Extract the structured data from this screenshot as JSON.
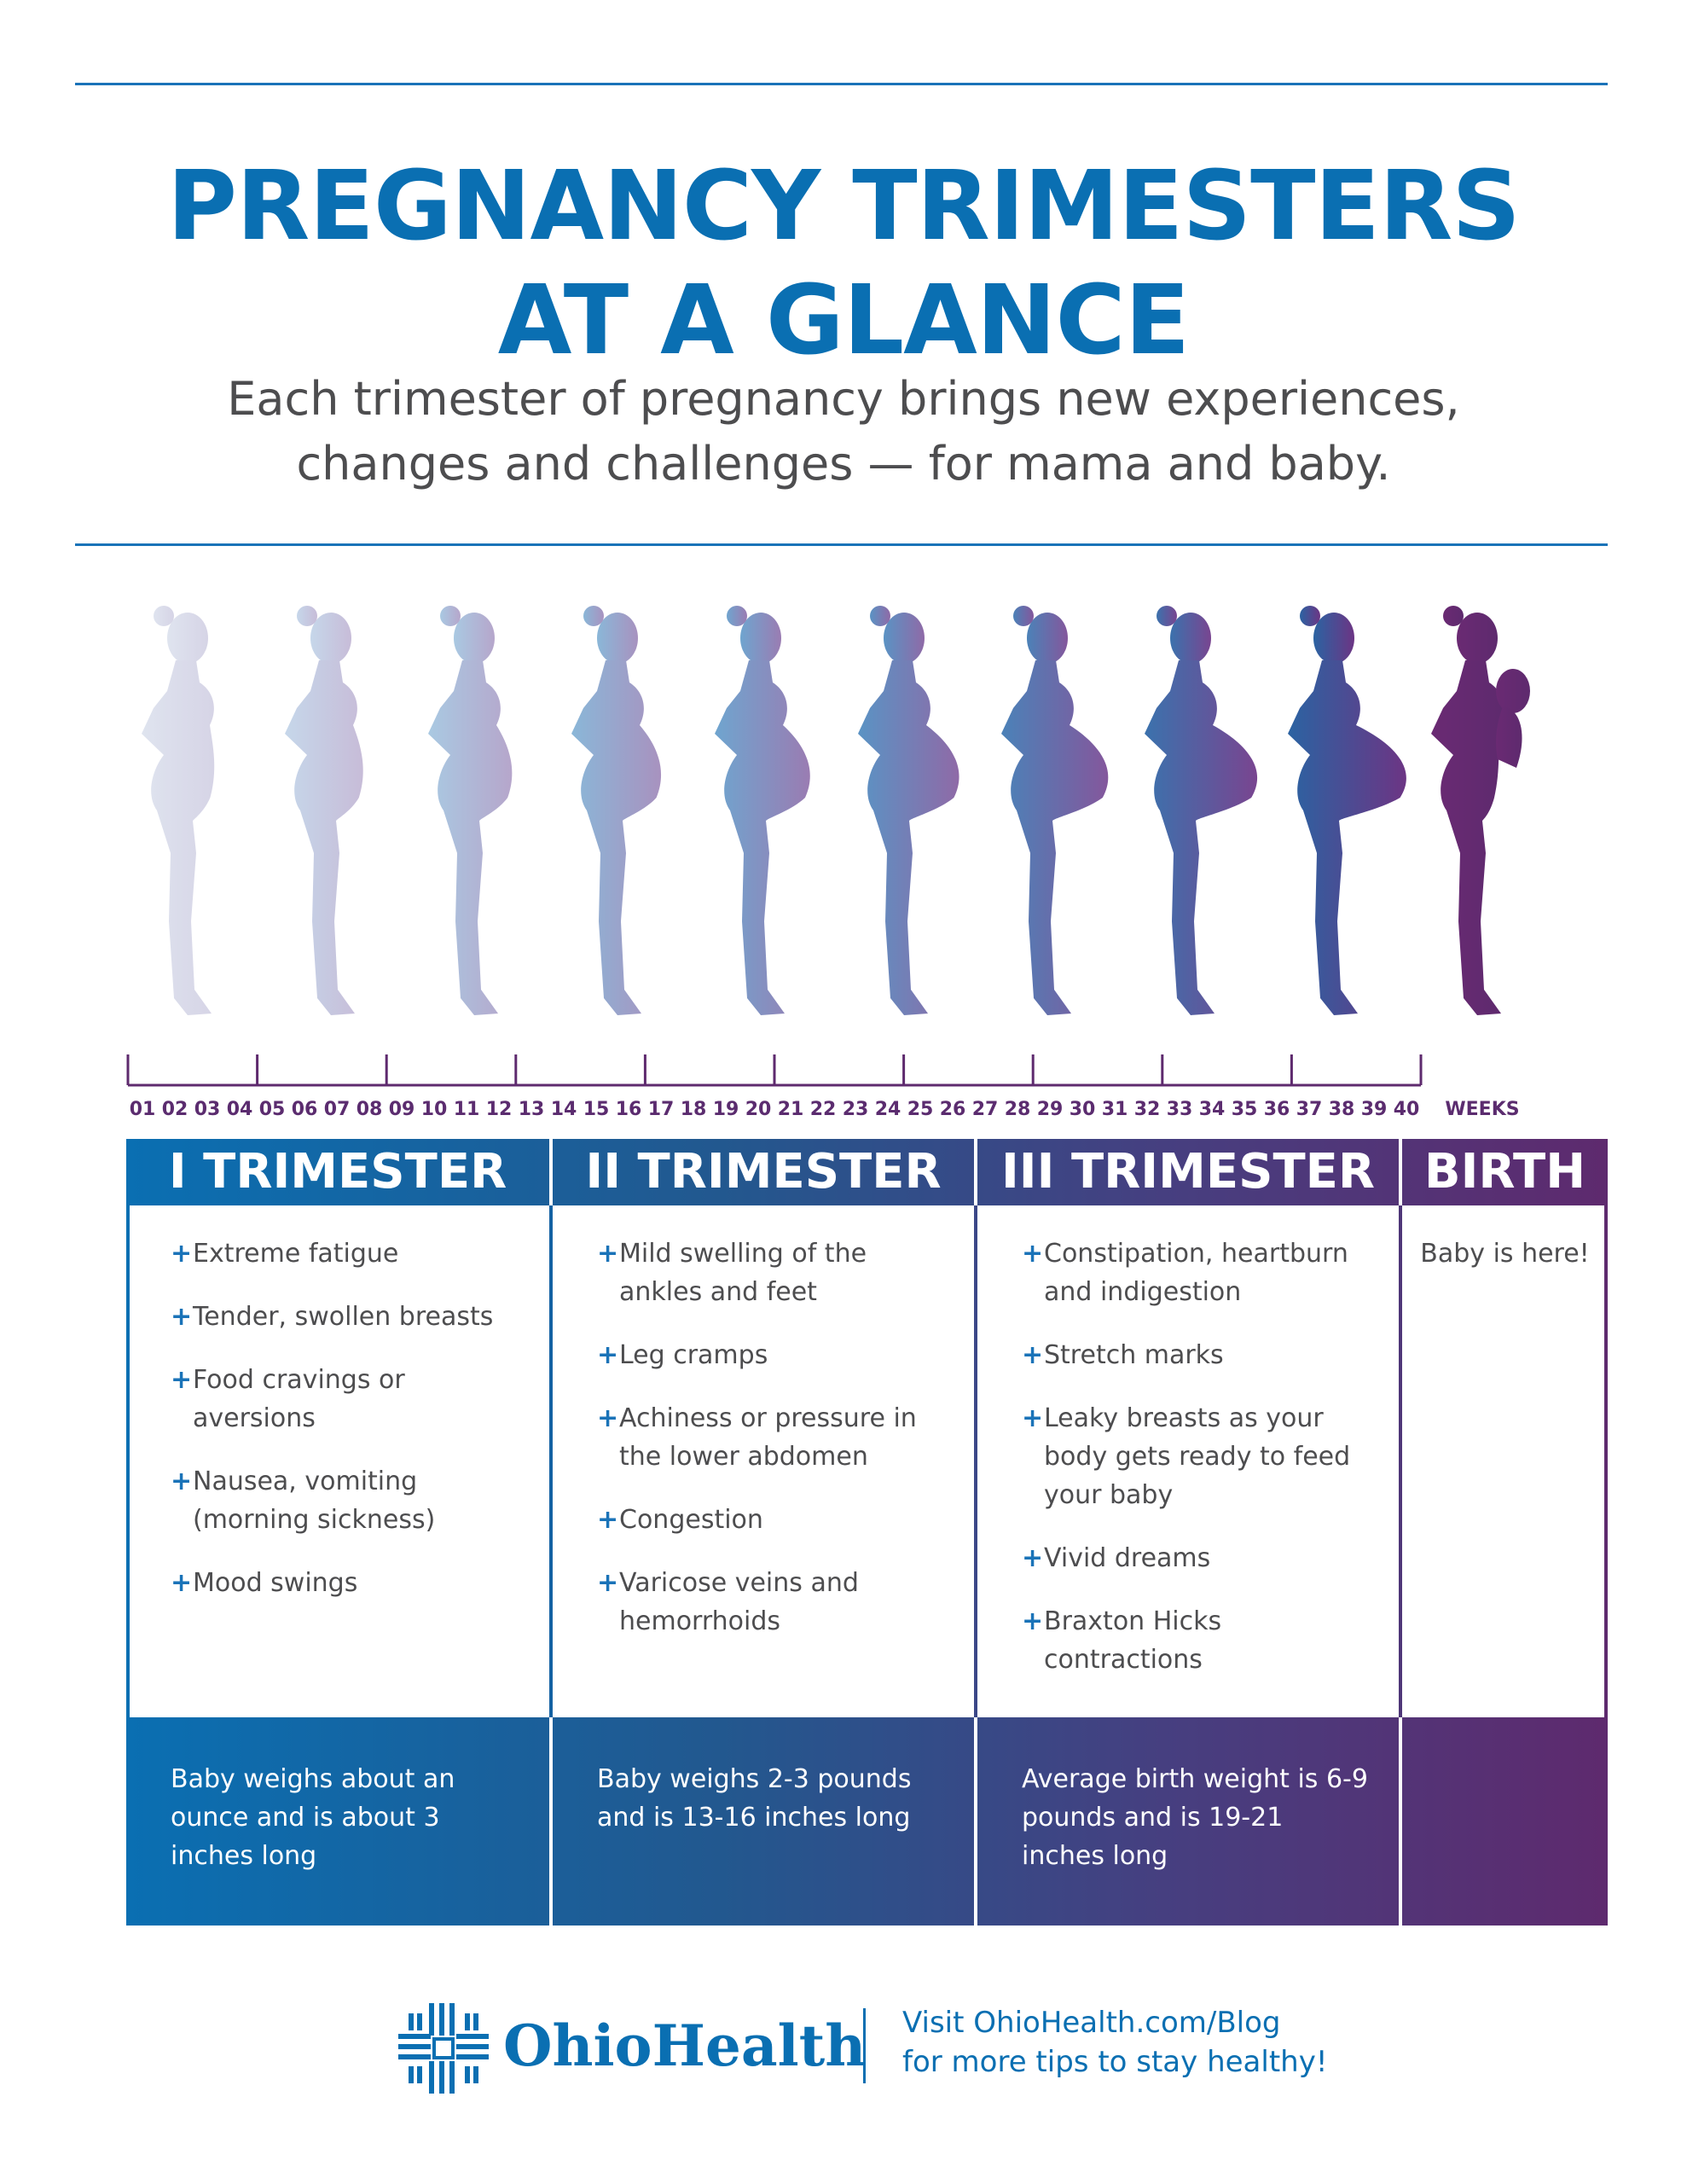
{
  "title": {
    "line1": "PREGNANCY TRIMESTERS",
    "line2": "AT A GLANCE"
  },
  "subtitle": {
    "line1": "Each trimester of pregnancy brings new experiences,",
    "line2": "changes and challenges — for mama and baby."
  },
  "timeline": {
    "weeks": [
      "01",
      "02",
      "03",
      "04",
      "05",
      "06",
      "07",
      "08",
      "09",
      "10",
      "11",
      "12",
      "13",
      "14",
      "15",
      "16",
      "17",
      "18",
      "19",
      "20",
      "21",
      "22",
      "23",
      "24",
      "25",
      "26",
      "27",
      "28",
      "29",
      "30",
      "31",
      "32",
      "33",
      "34",
      "35",
      "36",
      "37",
      "38",
      "39",
      "40"
    ],
    "weeks_label": "WEEKS"
  },
  "trimesters": [
    {
      "heading": "I TRIMESTER",
      "items": [
        "Extreme fatigue",
        "Tender, swollen breasts",
        "Food cravings or aversions",
        "Nausea, vomiting (morning sickness)",
        "Mood swings"
      ],
      "baby": "Baby weighs about an ounce and is about 3 inches long"
    },
    {
      "heading": "II TRIMESTER",
      "items": [
        "Mild swelling of the ankles and feet",
        "Leg cramps",
        "Achiness or pressure in the lower abdomen",
        "Congestion",
        "Varicose veins and hemorrhoids"
      ],
      "baby": "Baby weighs 2-3 pounds and is 13-16 inches long"
    },
    {
      "heading": "III TRIMESTER",
      "items": [
        "Constipation, heartburn and indigestion",
        "Stretch marks",
        "Leaky breasts as your body gets ready to feed your baby",
        "Vivid dreams",
        "Braxton Hicks contractions"
      ],
      "baby": "Average birth weight is 6-9 pounds and is 19-21 inches long"
    }
  ],
  "birth": {
    "heading": "BIRTH",
    "note": "Baby is here!"
  },
  "footer": {
    "logo_icon": "ohiohealth-woven-cross-icon",
    "brand": "OhioHealth",
    "cta_line1": "Visit OhioHealth.com/Blog",
    "cta_line2": "for more tips to stay healthy!"
  },
  "colors": {
    "brand_blue": "#0a6fb2",
    "brand_purple": "#5e2a6e",
    "text_gray": "#4d4d4f"
  },
  "silhouette_icons": [
    "pregnant-woman-silhouette-icon",
    "mother-holding-baby-silhouette-icon"
  ]
}
